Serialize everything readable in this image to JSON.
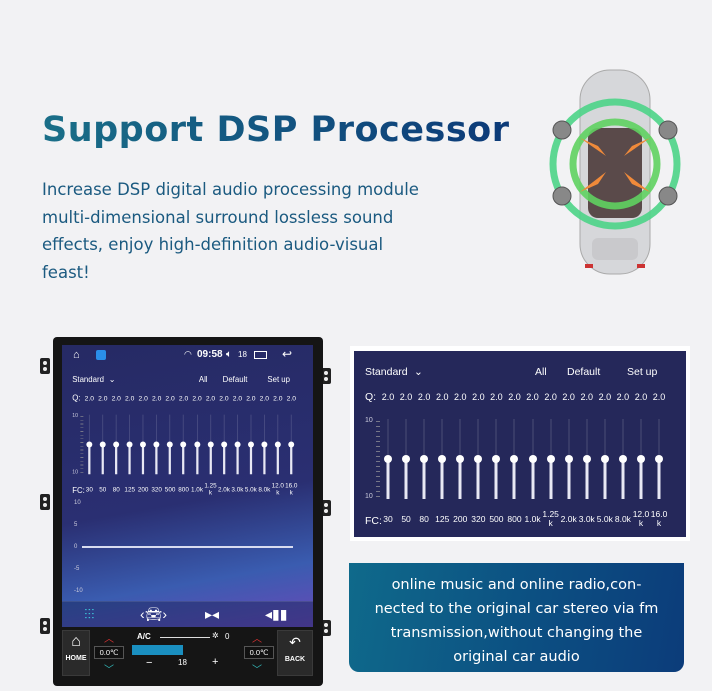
{
  "hero": {
    "title": "Support DSP Processor",
    "description_lines": [
      "Increase DSP digital audio processing module",
      "multi-dimensional surround lossless sound",
      "effects, enjoy high-definition audio-visual",
      "feast!"
    ]
  },
  "device": {
    "status": {
      "time": "09:58",
      "volume": "18"
    },
    "graph_labels": [
      "10",
      "5",
      "0",
      "-5",
      "-10"
    ],
    "bottom_icons": [
      "equalizer-icon",
      "car-surround-icon",
      "balance-icon",
      "bass-icon"
    ],
    "climate": {
      "home_label": "HOME",
      "back_label": "BACK",
      "ac_label": "A/C",
      "left_temp": "0.0℃",
      "right_temp": "0.0℃",
      "fan_level": "0",
      "fan_speed": "18",
      "minus": "−",
      "plus": "+"
    }
  },
  "eq": {
    "preset": "Standard",
    "all_label": "All",
    "default_label": "Default",
    "setup_label": "Set up",
    "q_label": "Q:",
    "fc_label": "FC:",
    "axis_top": "10",
    "axis_bottom": "10",
    "range": [
      -10,
      10
    ],
    "bands": [
      {
        "fc": "30",
        "q": "2.0",
        "gain": 0
      },
      {
        "fc": "50",
        "q": "2.0",
        "gain": 0
      },
      {
        "fc": "80",
        "q": "2.0",
        "gain": 0
      },
      {
        "fc": "125",
        "q": "2.0",
        "gain": 0
      },
      {
        "fc": "200",
        "q": "2.0",
        "gain": 0
      },
      {
        "fc": "320",
        "q": "2.0",
        "gain": 0
      },
      {
        "fc": "500",
        "q": "2.0",
        "gain": 0
      },
      {
        "fc": "800",
        "q": "2.0",
        "gain": 0
      },
      {
        "fc": "1.0k",
        "q": "2.0",
        "gain": 0
      },
      {
        "fc": "1.25\nk",
        "q": "2.0",
        "gain": 0
      },
      {
        "fc": "2.0k",
        "q": "2.0",
        "gain": 0
      },
      {
        "fc": "3.0k",
        "q": "2.0",
        "gain": 0
      },
      {
        "fc": "5.0k",
        "q": "2.0",
        "gain": 0
      },
      {
        "fc": "8.0k",
        "q": "2.0",
        "gain": 0
      },
      {
        "fc": "12.0\nk",
        "q": "2.0",
        "gain": 0
      },
      {
        "fc": "16.0\nk",
        "q": "2.0",
        "gain": 0
      }
    ]
  },
  "caption": {
    "lines": [
      "online music and online radio,con-",
      "nected to the original car stereo via fm",
      "transmission,without changing the",
      "original car audio"
    ]
  },
  "colors": {
    "panel": "#25285a",
    "accent_teal": "#1a6f88",
    "navy": "#0c3a78"
  }
}
